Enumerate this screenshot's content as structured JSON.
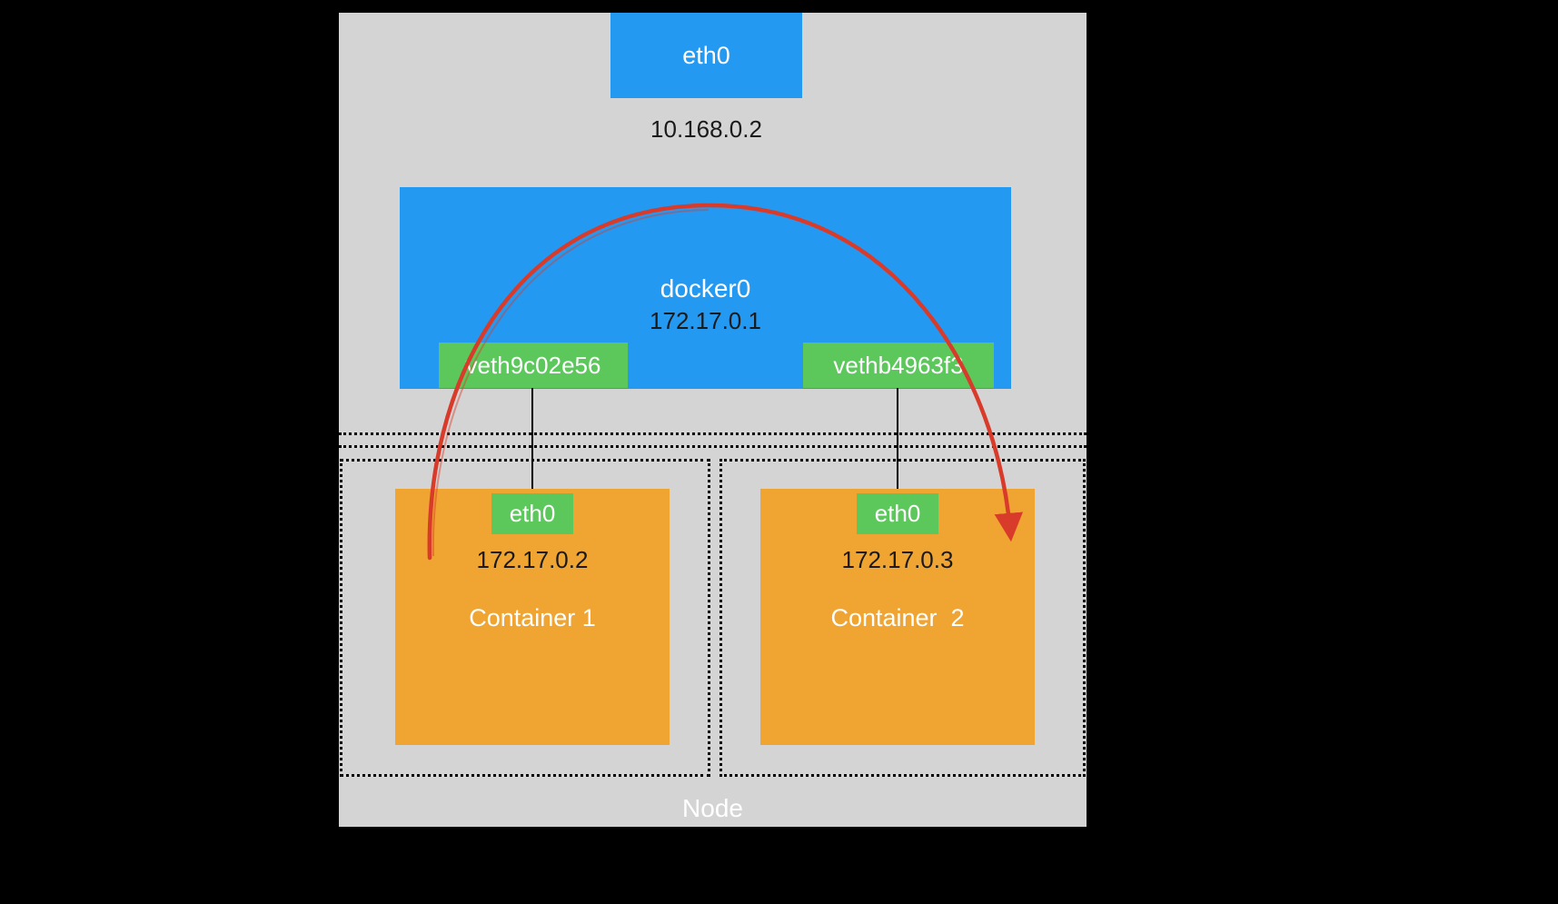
{
  "diagram": {
    "node": {
      "label": "Node"
    },
    "host_interface": {
      "label": "eth0",
      "ip": "10.168.0.2"
    },
    "bridge": {
      "label": "docker0",
      "ip": "172.17.0.1"
    },
    "veths": [
      {
        "label": "veth9c02e56"
      },
      {
        "label": "vethb4963f3"
      }
    ],
    "containers": [
      {
        "name": "Container 1",
        "interface": "eth0",
        "ip": "172.17.0.2"
      },
      {
        "name": "Container  2",
        "interface": "eth0",
        "ip": "172.17.0.3"
      }
    ],
    "colors": {
      "background": "#000000",
      "node_bg": "#D4D4D4",
      "blue": "#2499F2",
      "green": "#5CC85C",
      "orange": "#F0A431",
      "arrow_red": "#D93B2B",
      "text_dark": "#1A1A1A",
      "text_light": "#FFFFFF"
    }
  }
}
